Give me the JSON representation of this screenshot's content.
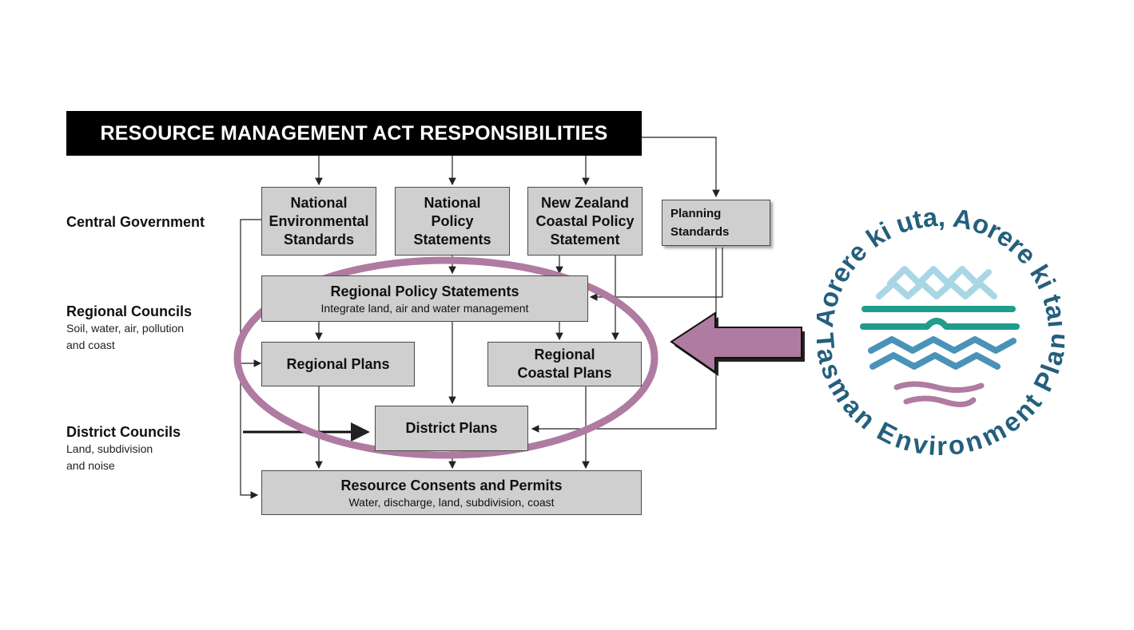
{
  "diagram": {
    "title": "RESOURCE MANAGEMENT ACT RESPONSIBILITIES",
    "levels": {
      "central": {
        "heading": "Central Government",
        "sub": ""
      },
      "regional": {
        "heading": "Regional Councils",
        "sub": "Soil, water, air, pollution\nand coast"
      },
      "district": {
        "heading": "District Councils",
        "sub": "Land, subdivision\nand noise"
      }
    },
    "boxes": {
      "nes": {
        "title": "National\nEnvironmental\nStandards"
      },
      "nps": {
        "title": "National\nPolicy\nStatements"
      },
      "nzcps": {
        "title": "New Zealand\nCoastal Policy\nStatement"
      },
      "planning_standards": {
        "title": "Planning\nStandards"
      },
      "rps": {
        "title": "Regional Policy Statements",
        "sub": "Integrate land, air and water management"
      },
      "regional_plans": {
        "title": "Regional Plans"
      },
      "regional_coastal_plans": {
        "title": "Regional\nCoastal Plans"
      },
      "district_plans": {
        "title": "District Plans"
      },
      "resource_consents": {
        "title": "Resource Consents and Permits",
        "sub": "Water, discharge, land, subdivision, coast"
      }
    },
    "highlight_color": "#b07ba0"
  },
  "logo": {
    "top_text": "Aorere ki uta, Aorere ki tai",
    "bottom_text": "Tasman Environment Plan",
    "colors": {
      "text": "#245f7d",
      "light_blue": "#a9d6e5",
      "teal": "#1f9c8c",
      "mid_blue": "#4a93b8",
      "purple": "#b07ba0"
    }
  }
}
